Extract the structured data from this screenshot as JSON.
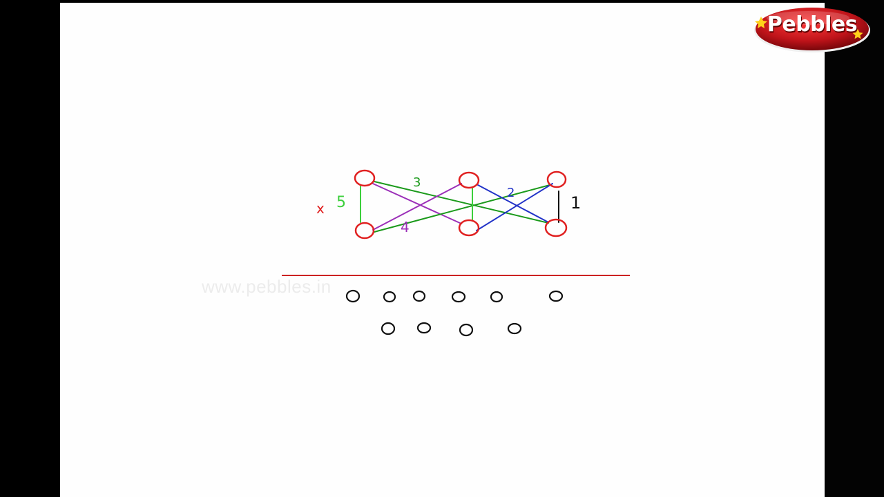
{
  "logo": {
    "text": "Pebbles"
  },
  "watermark": {
    "text": "www.pebbles.in"
  },
  "diagram": {
    "label_x": "x",
    "label_5": "5",
    "label_3": "3",
    "label_4": "4",
    "label_2": "2",
    "label_1": "1"
  },
  "colors": {
    "node": "#e02020",
    "edge_green_light": "#3ccf3c",
    "edge_green": "#1b9a1b",
    "edge_purple": "#9b2fb8",
    "edge_blue": "#2233c8",
    "edge_black": "#111111",
    "divider": "#cc2222",
    "logo_red": "#c0141a"
  }
}
